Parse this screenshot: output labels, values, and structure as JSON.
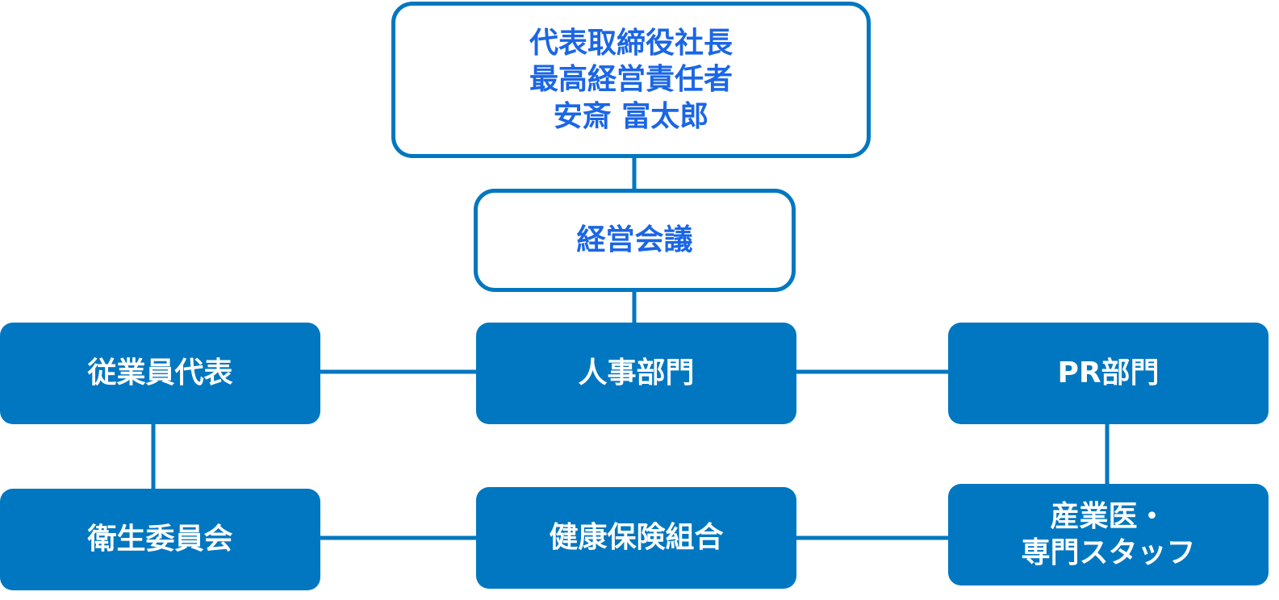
{
  "colors": {
    "accent": "#0077c0",
    "outline_text": "#1a66e6",
    "filled_text": "#ffffff"
  },
  "nodes": {
    "ceo": [
      "代表取締役社長",
      "最高経営責任者",
      "安斎 富太郎"
    ],
    "management_meeting": "経営会議",
    "employee_rep": "従業員代表",
    "hr_dept": "人事部門",
    "pr_dept": "PR部門",
    "health_committee": "衛生委員会",
    "health_insurance": "健康保険組合",
    "occupational_doctor": [
      "産業医・",
      "専門スタッフ"
    ]
  }
}
